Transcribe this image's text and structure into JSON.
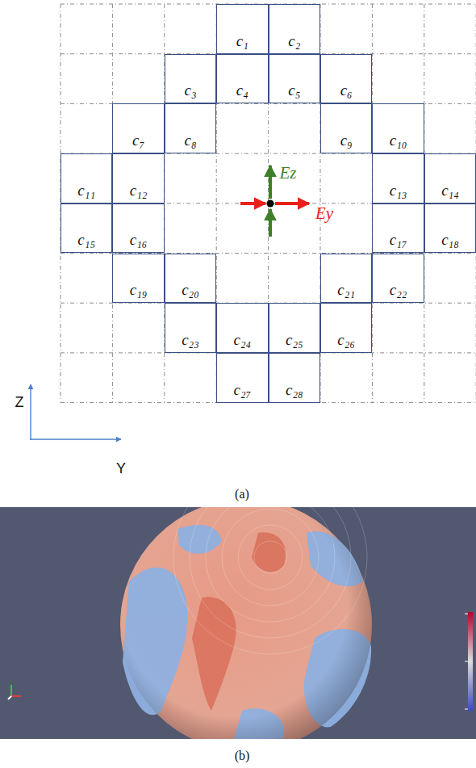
{
  "diagram": {
    "nodes": [
      {
        "text": [
          "c₁"
        ]
      },
      {
        "text": [
          "c₂"
        ]
      },
      {
        "text": [
          "c₃"
        ]
      },
      {
        "text": [
          "c₄"
        ]
      },
      {
        "text": [
          "c₅"
        ]
      },
      {
        "text": [
          "c₆"
        ]
      },
      {
        "text": [
          "c₇"
        ]
      },
      {
        "text": [
          "c₈"
        ]
      },
      {
        "text": [
          "c₉"
        ]
      },
      {
        "text": [
          "c₁₀"
        ]
      },
      {
        "text": [
          "c₁₁"
        ]
      },
      {
        "text": [
          "c₁₂"
        ]
      },
      {
        "text": [
          "c₁₃"
        ]
      },
      {
        "text": [
          "c₁₄"
        ]
      },
      {
        "text": [
          "c₁₅"
        ]
      },
      {
        "text": [
          "c₁₆"
        ]
      },
      {
        "text": [
          "c₁₇"
        ]
      },
      {
        "text": [
          "c₁₈"
        ]
      },
      {
        "text": [
          "c₁₉"
        ]
      },
      {
        "text": [
          "c₂₀"
        ]
      },
      {
        "text": [
          "c₂₁"
        ]
      },
      {
        "text": [
          "c₂₂"
        ]
      },
      {
        "text": [
          "c₂₃"
        ]
      },
      {
        "text": [
          "c₂₄"
        ]
      },
      {
        "text": [
          "c₂₅"
        ]
      },
      {
        "text": [
          "c₂₆"
        ]
      },
      {
        "text": [
          "c₂₇"
        ]
      },
      {
        "text": [
          "c₂₈"
        ]
      }
    ],
    "labels": [
      "Ez",
      "Ey",
      "Z",
      "Y",
      "(a)",
      "(b)"
    ]
  }
}
